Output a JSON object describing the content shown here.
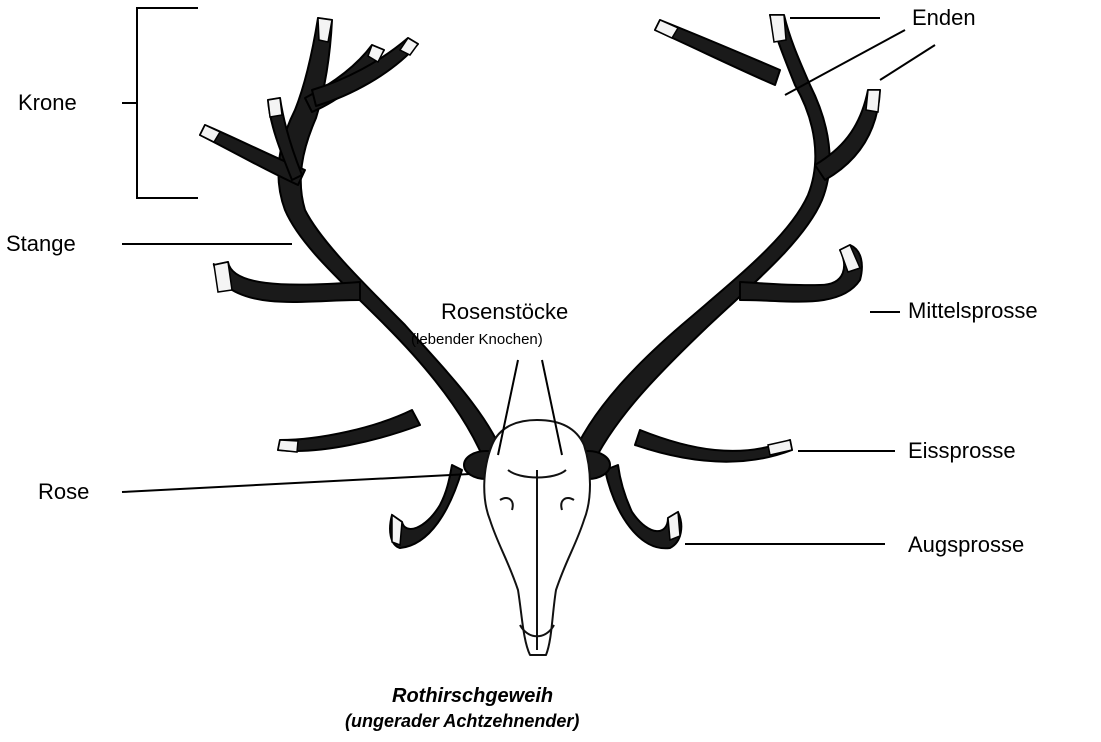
{
  "labels": {
    "krone": "Krone",
    "stange": "Stange",
    "rose": "Rose",
    "enden": "Enden",
    "mittelsprosse": "Mittelsprosse",
    "eissprosse": "Eissprosse",
    "augsprosse": "Augsprosse",
    "rosenstoecke": "Rosenstöcke",
    "rosenstoecke_note": "(lebender Knochen)"
  },
  "caption": {
    "title": "Rothirschgeweih",
    "subtitle": "(ungerader Achtzehnender)"
  },
  "colors": {
    "antler": "#1a1a1a",
    "tine_tip": "#f4f4f4",
    "skull_outline": "#111111",
    "line": "#000000",
    "background": "#ffffff"
  }
}
